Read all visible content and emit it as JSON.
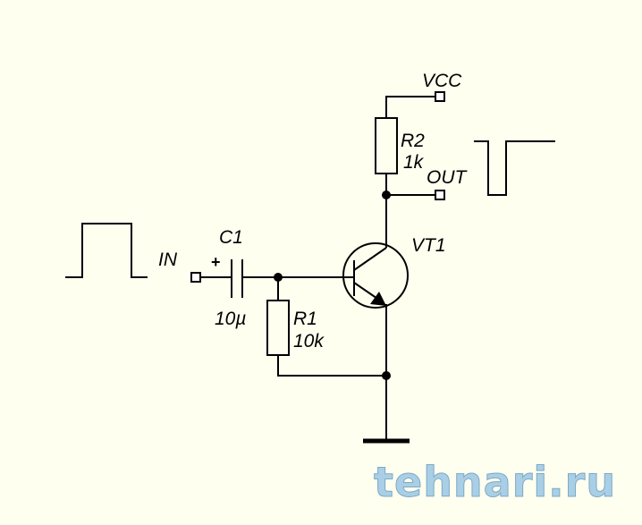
{
  "labels": {
    "vcc": "VCC",
    "r2_name": "R2",
    "r2_value": "1k",
    "out": "OUT",
    "vt1": "VT1",
    "c1_name": "C1",
    "c1_polarity": "+",
    "c1_value": "10µ",
    "in": "IN",
    "r1_name": "R1",
    "r1_value": "10k"
  },
  "watermark": "tehnari.ru"
}
